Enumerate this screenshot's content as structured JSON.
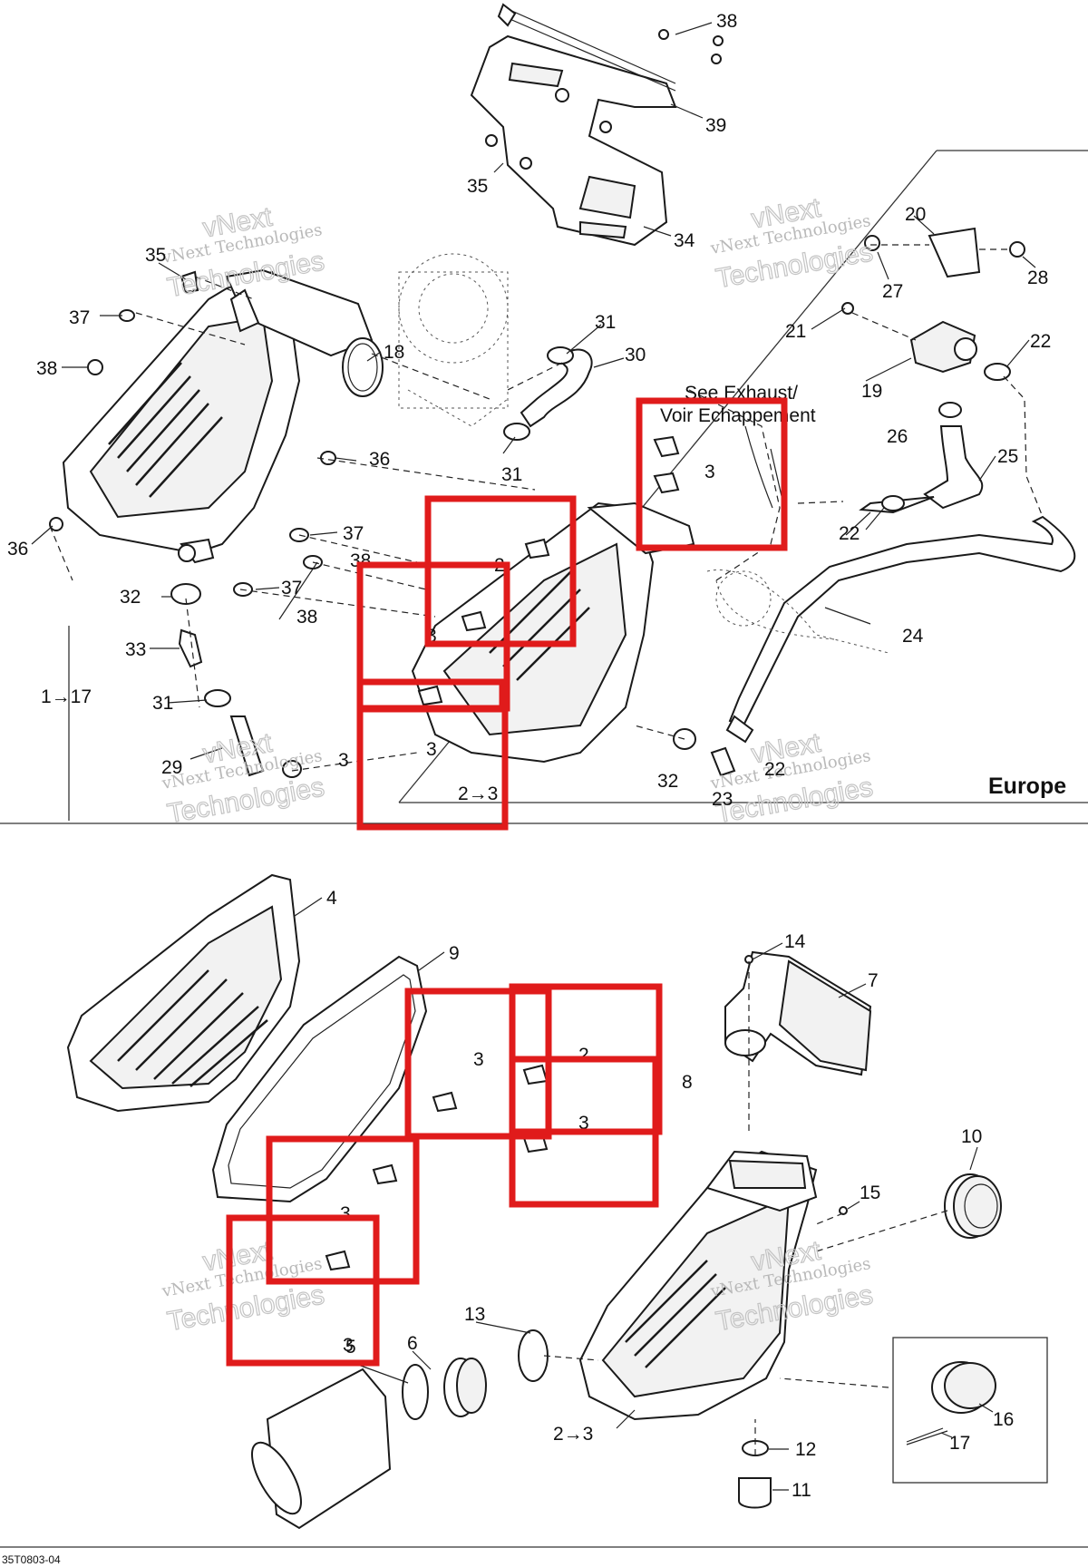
{
  "region_label": "Europe",
  "note": {
    "line1": "See Exhaust/",
    "line2": "Voir Echappement"
  },
  "drawing_code": "35T0803-04",
  "watermark": {
    "line1": "vNext Technologies",
    "line2": "Technologies",
    "line3": "vNext"
  },
  "callouts_top": [
    "38",
    "39",
    "35",
    "34",
    "20",
    "27",
    "28",
    "35",
    "37",
    "38",
    "18",
    "31",
    "30",
    "21",
    "22",
    "19",
    "36",
    "31",
    "36",
    "37",
    "38",
    "32",
    "37",
    "38",
    "33",
    "31",
    "29",
    "3",
    "32",
    "23",
    "22",
    "26",
    "25",
    "22",
    "24",
    "3",
    "2",
    "3",
    "3",
    "2→3",
    "1→17"
  ],
  "callouts_bottom": [
    "4",
    "9",
    "14",
    "7",
    "8",
    "10",
    "15",
    "3",
    "2",
    "3",
    "3",
    "3",
    "5",
    "6",
    "13",
    "16",
    "17",
    "12",
    "11",
    "2→3"
  ],
  "colors": {
    "highlight": "#e01b1b",
    "line": "#1a1a1a",
    "watermark": "#c4c4c4"
  }
}
